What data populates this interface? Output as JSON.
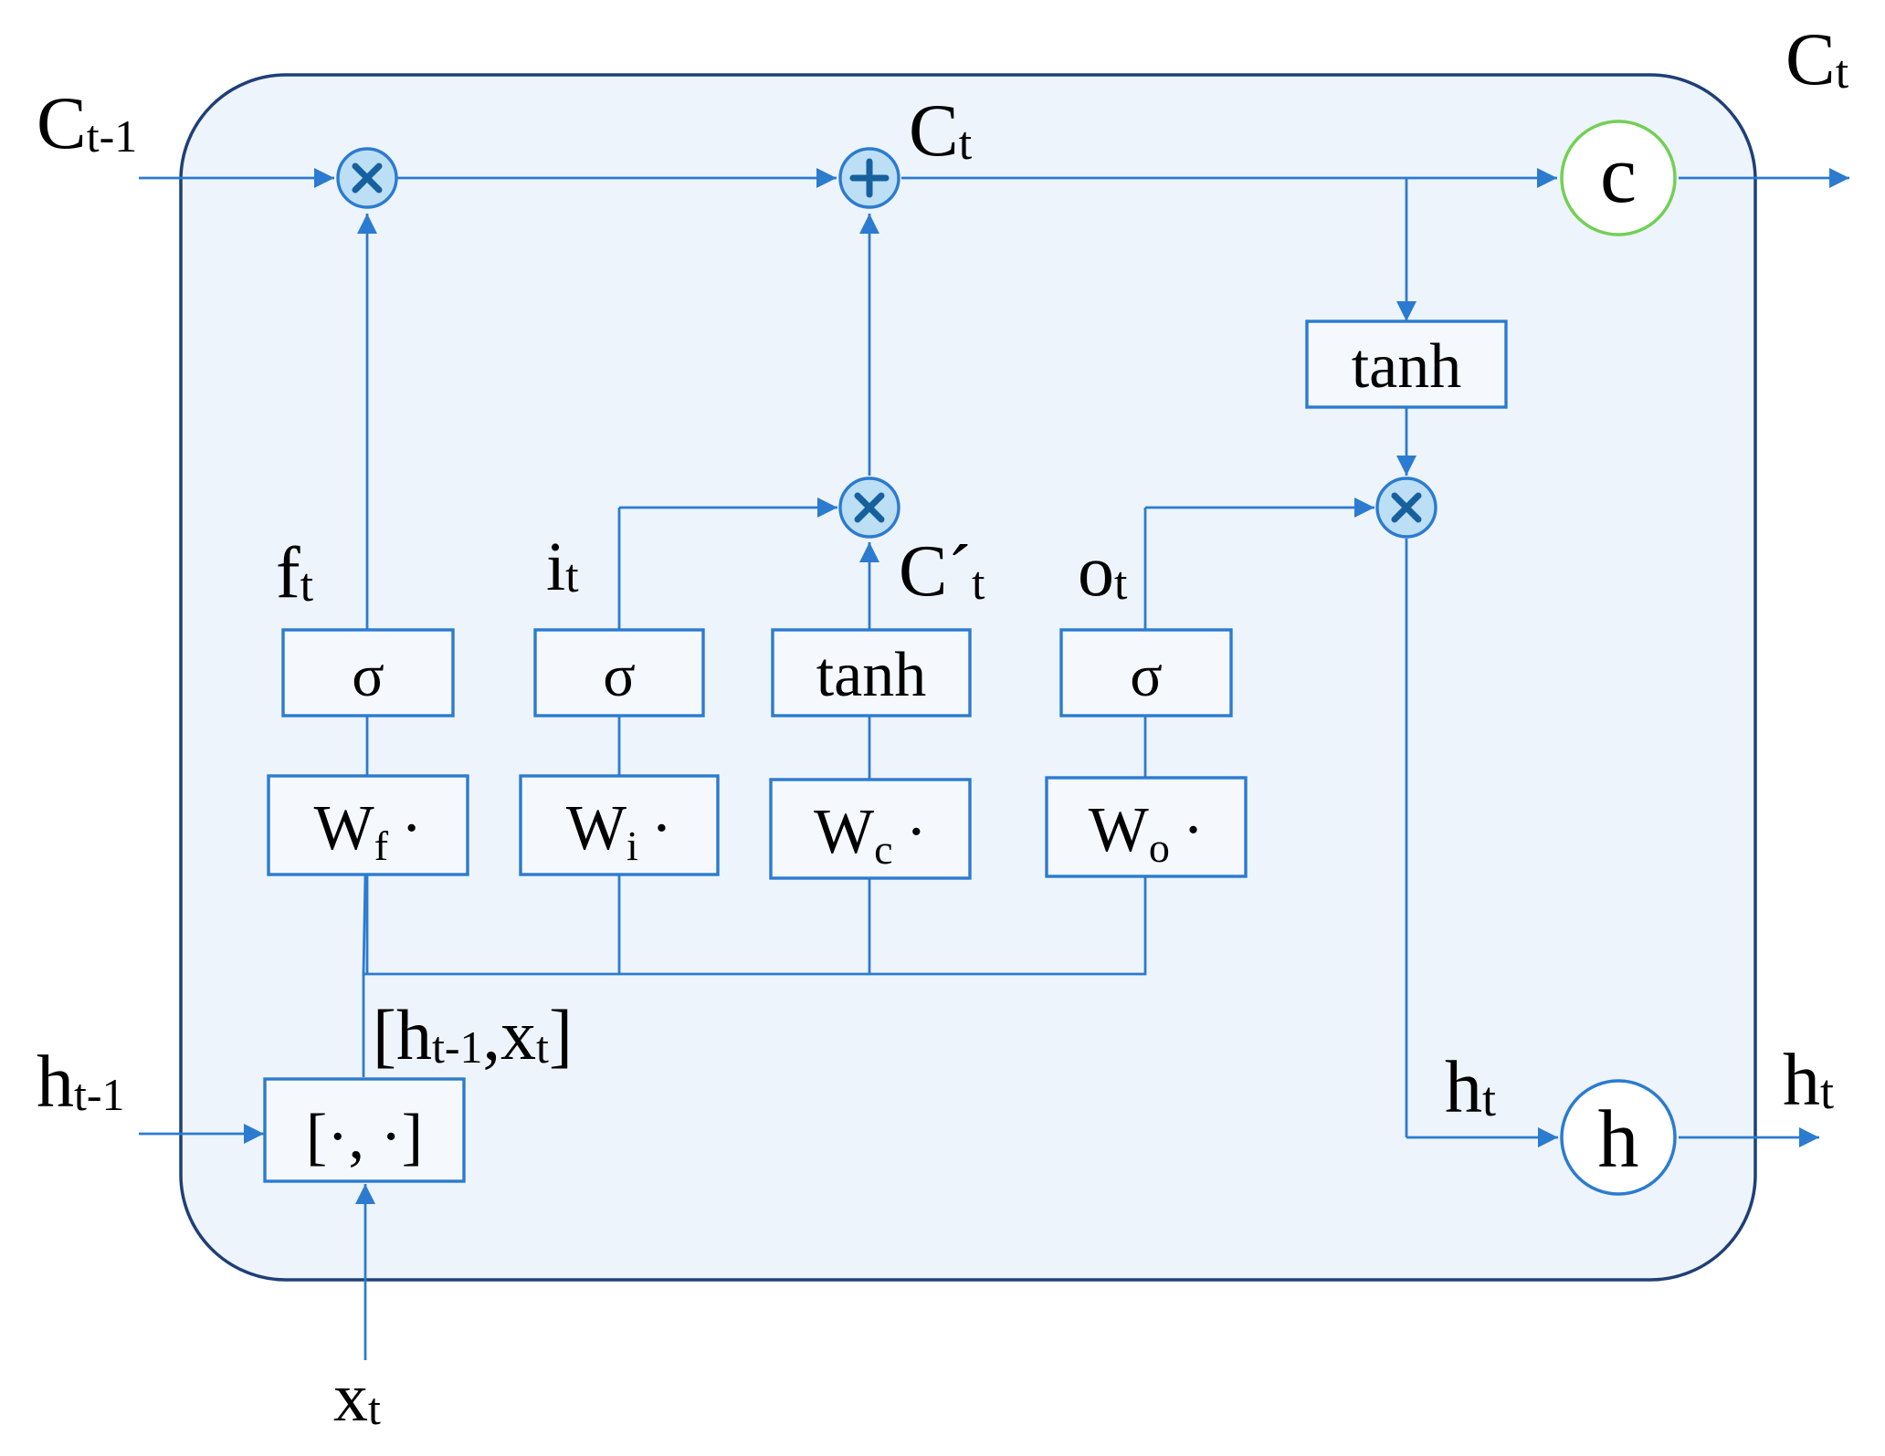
{
  "colors": {
    "cell_border": "#1f3f77",
    "cell_fill": "#eef4fb",
    "line": "#2b7bd0",
    "op_fill": "#bcdff5",
    "c_ring": "#72d055",
    "h_ring": "#2b7bd0"
  },
  "icons": {
    "multiply": "circled-times-icon",
    "add": "circled-plus-icon"
  },
  "labels": {
    "c_prev": {
      "main": "C",
      "sub": "t-1"
    },
    "c_t_top": {
      "main": "C",
      "sub": "t"
    },
    "c_t_mid": {
      "main": "C",
      "sub": "t"
    },
    "h_prev": {
      "main": "h",
      "sub": "t-1"
    },
    "x_t": {
      "main": "x",
      "sub": "t"
    },
    "h_t_in": {
      "main": "h",
      "sub": "t"
    },
    "h_t_out": {
      "main": "h",
      "sub": "t"
    },
    "f_t": {
      "main": "f",
      "sub": "t"
    },
    "i_t": {
      "main": "i",
      "sub": "t"
    },
    "c_cand": {
      "main": "C´",
      "sub": "t"
    },
    "o_t": {
      "main": "o",
      "sub": "t"
    },
    "concat": {
      "open": "[h",
      "sub1": "t-1",
      "mid": ",x",
      "sub2": "t",
      "close": "]"
    }
  },
  "boxes": {
    "sigma_f": "σ",
    "sigma_i": "σ",
    "tanh_c": "tanh",
    "sigma_o": "σ",
    "tanh_out": "tanh",
    "w_f": {
      "main": "W",
      "sub": "f",
      "dot": "·"
    },
    "w_i": {
      "main": "W",
      "sub": "i",
      "dot": "·"
    },
    "w_c": {
      "main": "W",
      "sub": "c",
      "dot": "·"
    },
    "w_o": {
      "main": "W",
      "sub": "o",
      "dot": "·"
    },
    "concat_op": "[·, ·]"
  },
  "circles": {
    "c": "c",
    "h": "h"
  }
}
